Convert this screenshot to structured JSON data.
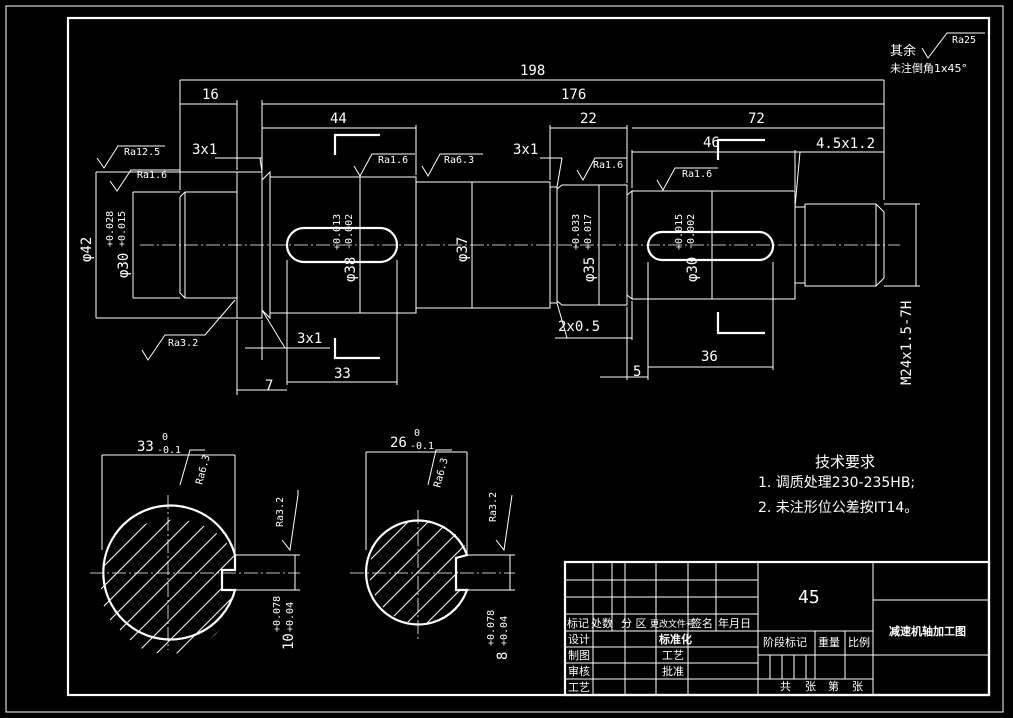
{
  "drawing": {
    "overall_length": "198",
    "length_176": "176",
    "length_16": "16",
    "length_44": "44",
    "length_22": "22",
    "length_72": "72",
    "length_46": "46",
    "thread_chamfer": "4.5x1.2",
    "chamfer_3x1_a": "3x1",
    "chamfer_3x1_b": "3x1",
    "chamfer_3x1_c": "3x1",
    "groove_2x05": "2x0.5",
    "length_7": "7",
    "length_33": "33",
    "length_5": "5",
    "length_36": "36",
    "dia_42": "φ42",
    "dia_30a": "φ30",
    "dia_30a_tol_upper": "+0.028",
    "dia_30a_tol_lower": "+0.015",
    "dia_38": "φ38",
    "dia_38_tol_upper": "+0.013",
    "dia_38_tol_lower": "-0.002",
    "dia_37": "φ37",
    "dia_35": "φ35",
    "dia_35_tol_upper": "+0.033",
    "dia_35_tol_lower": "+0.017",
    "dia_30b": "φ30",
    "dia_30b_tol_upper": "+0.015",
    "dia_30b_tol_lower": "-0.002",
    "thread": "M24x1.5-7H",
    "ra_12_5": "Ra12.5",
    "ra_1_6_a": "Ra1.6",
    "ra_1_6_b": "Ra1.6",
    "ra_6_3": "Ra6.3",
    "ra_1_6_c": "Ra1.6",
    "ra_1_6_d": "Ra1.6",
    "ra_3_2": "Ra3.2",
    "ra_25": "Ra25",
    "note_rest": "其余",
    "note_chamfer": "未注倒角1x45°",
    "section1_width": "33",
    "section1_tol_upper": "0",
    "section1_tol_lower": "-0.1",
    "section1_ra63": "Ra6.3",
    "section1_ra32": "Ra3.2",
    "section1_key": "10",
    "section1_key_tol_upper": "+0.078",
    "section1_key_tol_lower": "+0.04",
    "section2_width": "26",
    "section2_tol_upper": "0",
    "section2_tol_lower": "-0.1",
    "section2_ra63": "Ra6.3",
    "section2_ra32": "Ra3.2",
    "section2_key": "8",
    "section2_key_tol_upper": "+0.078",
    "section2_key_tol_lower": "+0.04"
  },
  "requirements": {
    "title": "技术要求",
    "item1": "1. 调质处理230-235HB;",
    "item2": "2. 未注形位公差按IT14。"
  },
  "title_block": {
    "material": "45",
    "drawing_name": "减速机轴加工图",
    "col_mark": "标记",
    "col_count": "处数",
    "col_zone": "分 区",
    "col_change_doc": "更改文件号",
    "col_sign": "签名",
    "col_date": "年月日",
    "row_design": "设计",
    "row_draw": "制图",
    "row_review": "审核",
    "row_process": "工艺",
    "standardize": "标准化",
    "process2": "工艺",
    "approve": "批准",
    "stage_mark": "阶段标记",
    "weight": "重量",
    "scale": "比例",
    "total": "共",
    "sheets": "张",
    "sheet_no": "第",
    "sheets2": "张"
  }
}
